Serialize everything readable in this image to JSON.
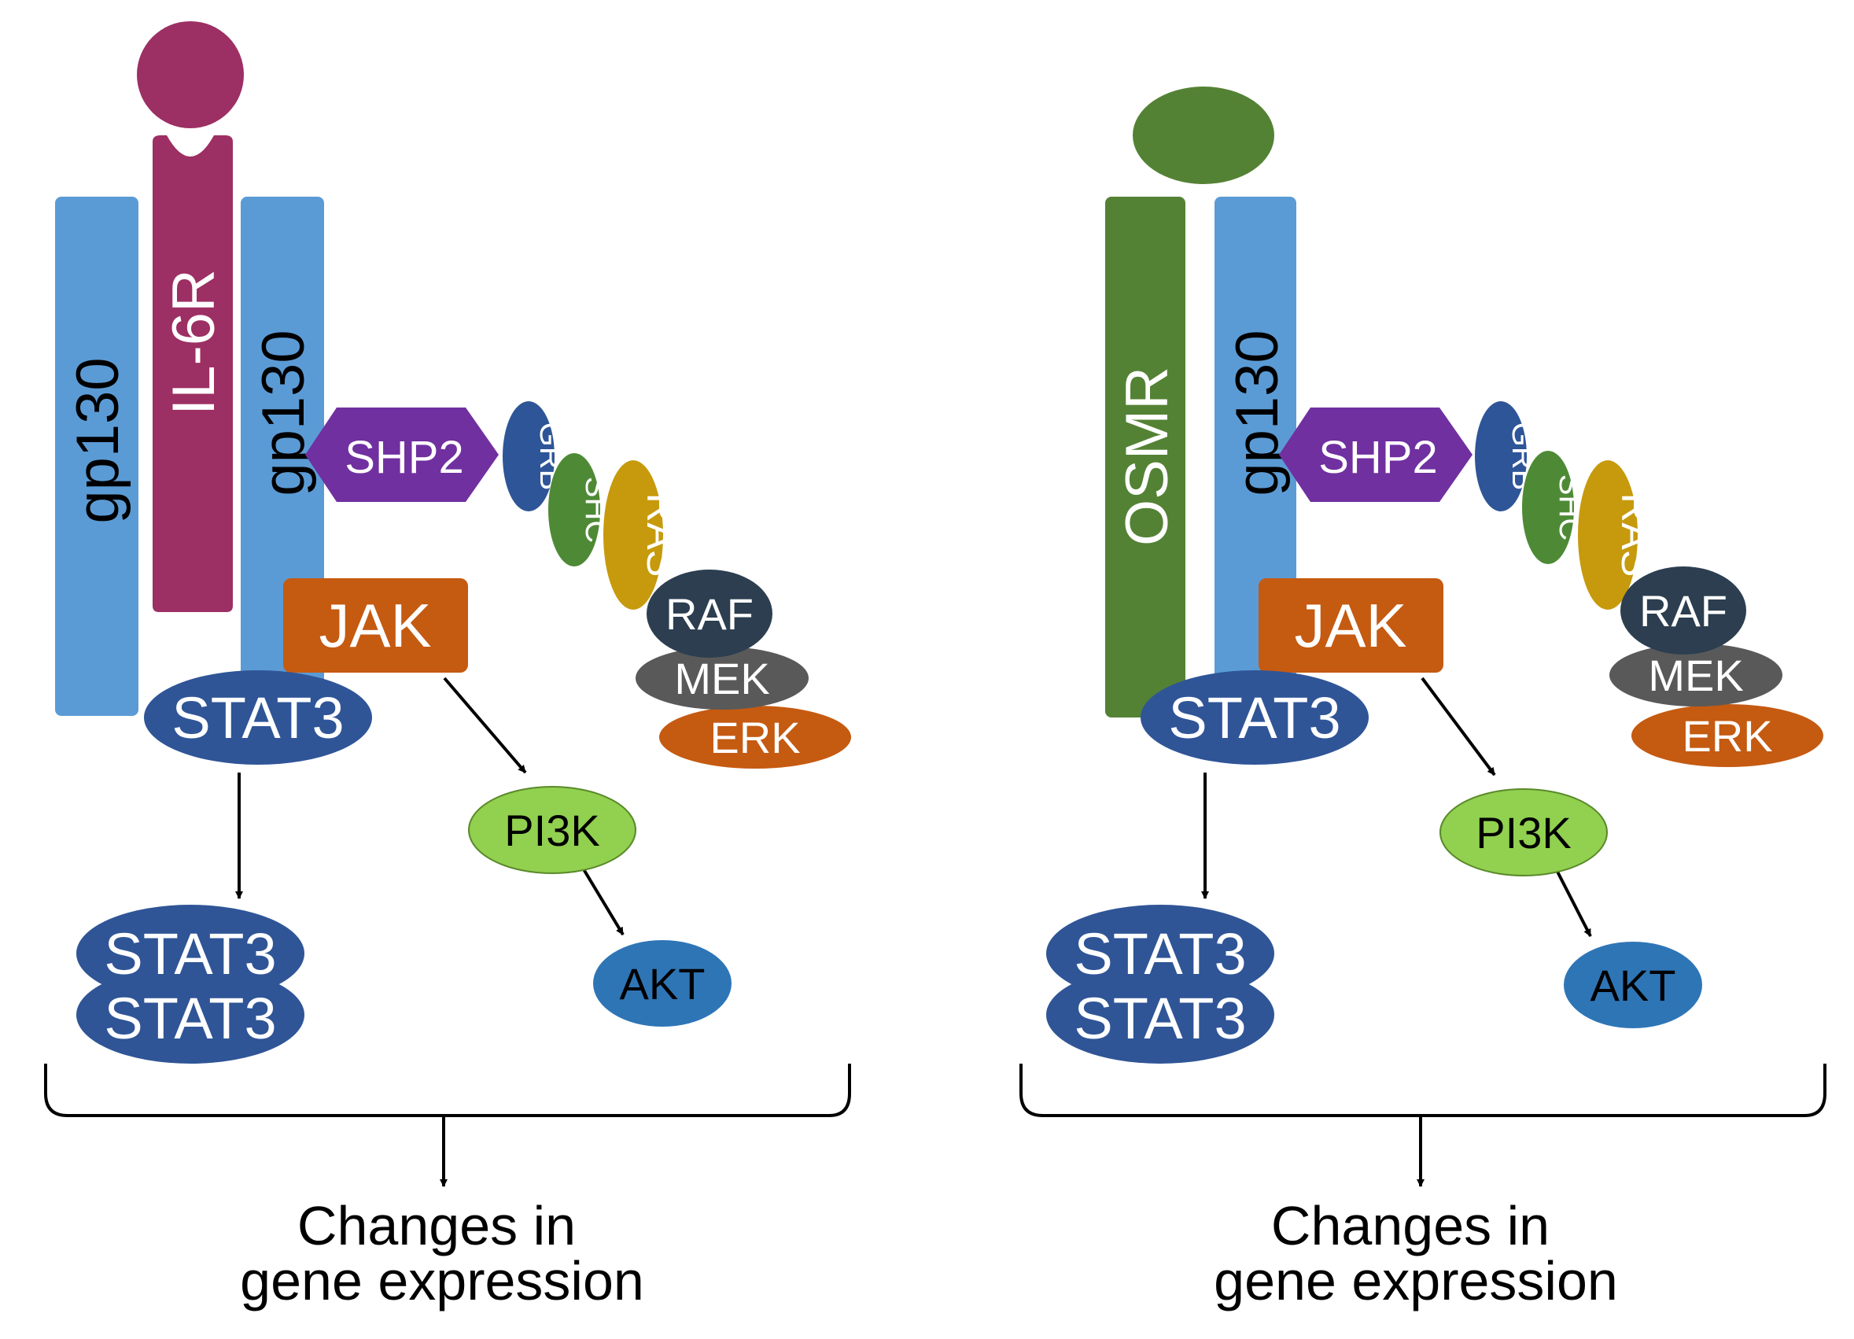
{
  "colors": {
    "gp130": "#5b9bd5",
    "il6r": "#9c2f63",
    "osmr": "#548235",
    "osm_ligand": "#548235",
    "shp2": "#7030a0",
    "grb": "#2e5597",
    "shc": "#4e8a35",
    "ras": "#c69a0c",
    "raf": "#2c3e50",
    "mek": "#595959",
    "erk": "#c55a11",
    "jak": "#c55a11",
    "stat3": "#2f5597",
    "pi3k": "#92d050",
    "akt": "#2e75b6",
    "arrow": "#000000"
  },
  "panels": [
    {
      "receptors": [
        "gp130",
        "IL-6R",
        "gp130"
      ],
      "adapter": "SHP2",
      "cascade": [
        "GRB",
        "SHC",
        "RAS",
        "RAF",
        "MEK",
        "ERK"
      ],
      "kinase": "JAK",
      "stat": "STAT3",
      "dimer": [
        "STAT3",
        "STAT3"
      ],
      "pi3k": "PI3K",
      "akt": "AKT",
      "outcome": [
        "Changes in",
        "gene expression"
      ]
    },
    {
      "receptors": [
        "OSMR",
        "gp130"
      ],
      "adapter": "SHP2",
      "cascade": [
        "GRB",
        "SHC",
        "RAS",
        "RAF",
        "MEK",
        "ERK"
      ],
      "kinase": "JAK",
      "stat": "STAT3",
      "dimer": [
        "STAT3",
        "STAT3"
      ],
      "pi3k": "PI3K",
      "akt": "AKT",
      "outcome": [
        "Changes in",
        "gene expression"
      ]
    }
  ]
}
